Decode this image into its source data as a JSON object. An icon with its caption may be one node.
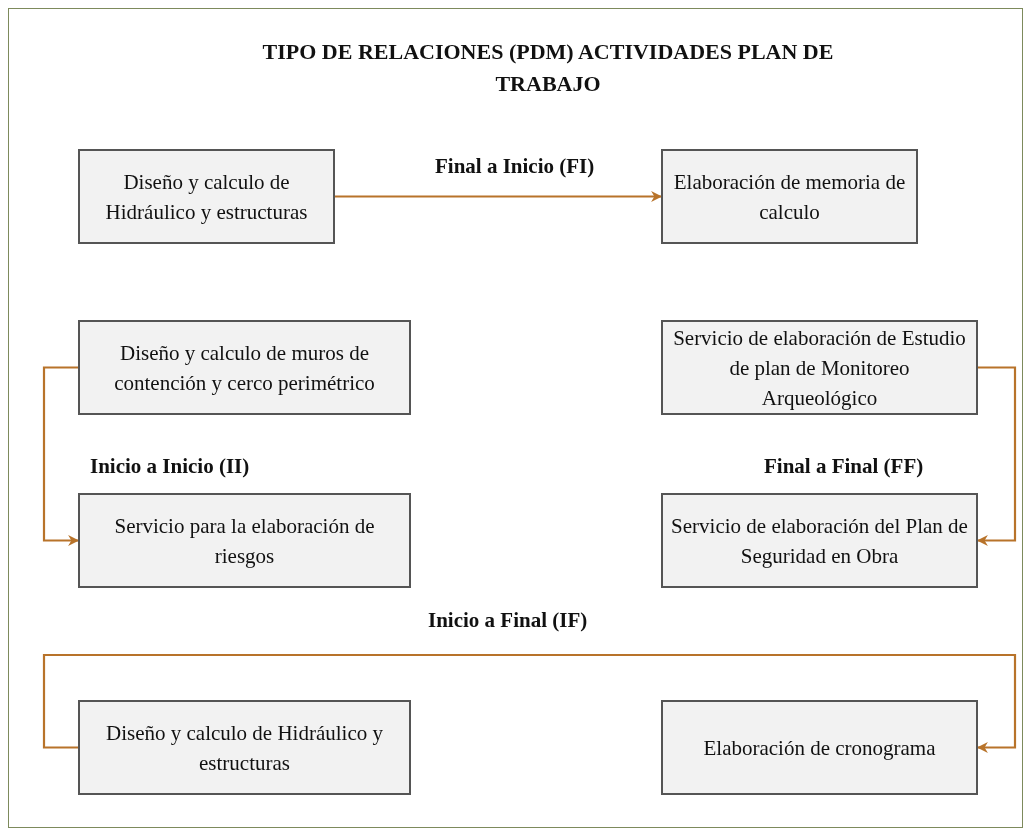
{
  "diagram": {
    "title": "TIPO DE RELACIONES (PDM) ACTIVIDADES PLAN DE TRABAJO",
    "nodes": [
      {
        "text": [
          "Diseño y calculo de Hidráulico y estructuras"
        ]
      },
      {
        "text": [
          "Elaboración de memoria de calculo"
        ]
      },
      {
        "text": [
          "Diseño y calculo de muros de contención y cerco perimétrico"
        ]
      },
      {
        "text": [
          "Servicio de elaboración de Estudio de plan de Monitoreo Arqueológico"
        ]
      },
      {
        "text": [
          "Servicio para la elaboración de riesgos"
        ]
      },
      {
        "text": [
          "Servicio de elaboración del Plan de Seguridad en Obra"
        ]
      },
      {
        "text": [
          "Diseño y calculo de Hidráulico y estructuras"
        ]
      },
      {
        "text": [
          "Elaboración de cronograma"
        ]
      }
    ],
    "edges": [
      {
        "from": 0,
        "to": 1,
        "arrow": "to",
        "label": "Final a Inicio (FI)"
      },
      {
        "from": 2,
        "to": 4,
        "arrow": "to",
        "label": "Inicio a Inicio (II)"
      },
      {
        "from": 3,
        "to": 5,
        "arrow": "to",
        "label": "Final a Final (FF)"
      },
      {
        "from": 6,
        "to": 7,
        "arrow": "to",
        "label": "Inicio a Final (IF)"
      }
    ]
  }
}
